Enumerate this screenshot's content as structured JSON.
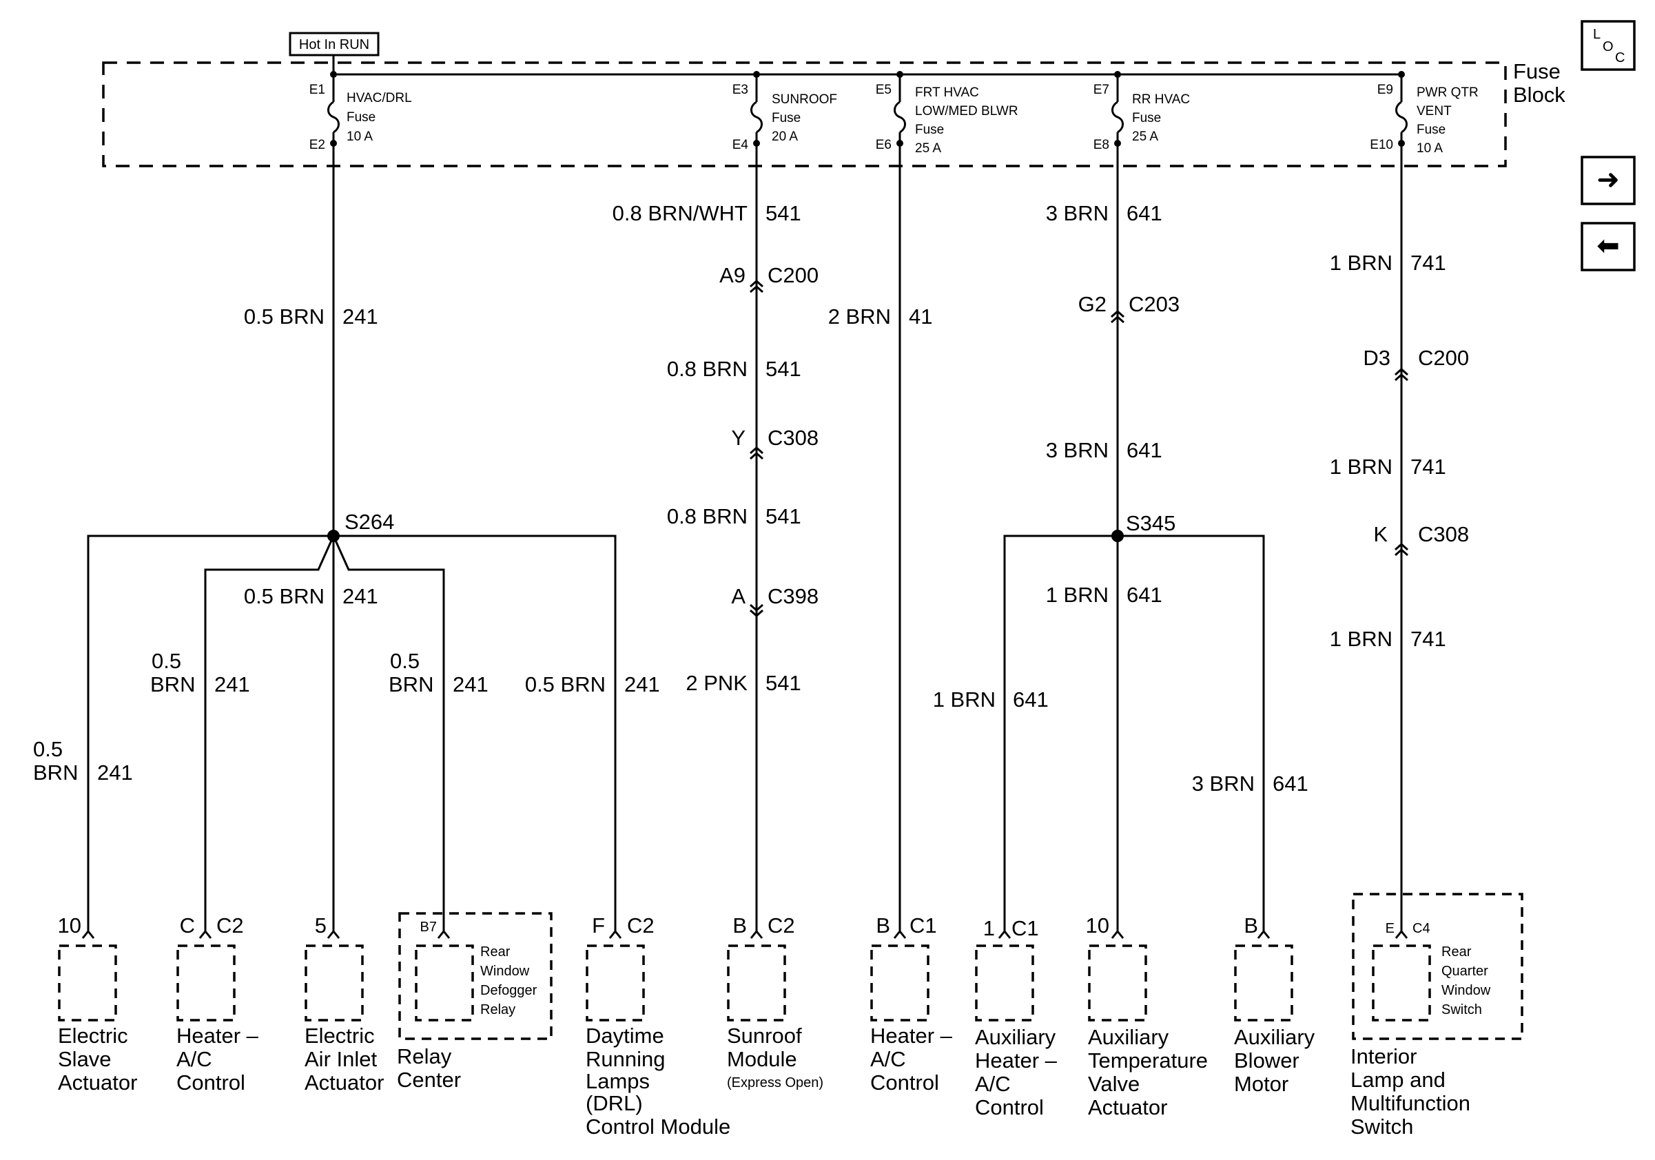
{
  "header": {
    "hot_label": "Hot In RUN",
    "fuse_block_line1": "Fuse",
    "fuse_block_line2": "Block",
    "loc_l": "L",
    "loc_o": "O",
    "loc_c": "C",
    "nav_next": "➜",
    "nav_prev": "⬅"
  },
  "fuses": [
    {
      "top": "E1",
      "bottom": "E2",
      "lines": [
        "HVAC/DRL",
        "Fuse",
        "10 A"
      ]
    },
    {
      "top": "E3",
      "bottom": "E4",
      "lines": [
        "SUNROOF",
        "Fuse",
        "20 A"
      ]
    },
    {
      "top": "E5",
      "bottom": "E6",
      "lines": [
        "FRT HVAC",
        "LOW/MED BLWR",
        "Fuse",
        "25 A"
      ]
    },
    {
      "top": "E7",
      "bottom": "E8",
      "lines": [
        "RR HVAC",
        "Fuse",
        "25 A"
      ]
    },
    {
      "top": "E9",
      "bottom": "E10",
      "lines": [
        "PWR QTR",
        "VENT",
        "Fuse",
        "10 A"
      ]
    }
  ],
  "splices": {
    "s264": "S264",
    "s345": "S345"
  },
  "wires": {
    "w1": {
      "gauge": "0.5 BRN",
      "circuit": "241"
    },
    "w2": {
      "gauge": "0.5 BRN",
      "circuit": "241"
    },
    "w3a": {
      "gauge": "0.5",
      "gauge2": "BRN",
      "circuit": "241"
    },
    "w3b": {
      "gauge": "0.5",
      "gauge2": "BRN",
      "circuit": "241"
    },
    "w3c": {
      "gauge": "0.5",
      "gauge2": "BRN",
      "circuit": "241"
    },
    "w3d": {
      "gauge": "0.5 BRN",
      "circuit": "241"
    },
    "s1": {
      "gauge": "0.8 BRN/WHT",
      "circuit": "541"
    },
    "s2": {
      "gauge": "0.8 BRN",
      "circuit": "541"
    },
    "s3": {
      "gauge": "0.8 BRN",
      "circuit": "541"
    },
    "s4": {
      "gauge": "2 PNK",
      "circuit": "541"
    },
    "f1": {
      "gauge": "2 BRN",
      "circuit": "41"
    },
    "r1": {
      "gauge": "3 BRN",
      "circuit": "641"
    },
    "r2": {
      "gauge": "3 BRN",
      "circuit": "641"
    },
    "r3": {
      "gauge": "1 BRN",
      "circuit": "641"
    },
    "r4": {
      "gauge": "1 BRN",
      "circuit": "641"
    },
    "r5": {
      "gauge": "3 BRN",
      "circuit": "641"
    },
    "p1": {
      "gauge": "1 BRN",
      "circuit": "741"
    },
    "p2": {
      "gauge": "1 BRN",
      "circuit": "741"
    },
    "p3": {
      "gauge": "1 BRN",
      "circuit": "741"
    }
  },
  "inline_connectors": {
    "sun_a9": {
      "pin": "A9",
      "conn": "C200"
    },
    "sun_y": {
      "pin": "Y",
      "conn": "C308"
    },
    "sun_a": {
      "pin": "A",
      "conn": "C398"
    },
    "rr_g2": {
      "pin": "G2",
      "conn": "C203"
    },
    "pq_d3": {
      "pin": "D3",
      "conn": "C200"
    },
    "pq_k": {
      "pin": "K",
      "conn": "C308"
    }
  },
  "components": [
    {
      "pin": "10",
      "conn": "",
      "label": [
        "Electric",
        "Slave",
        "Actuator"
      ]
    },
    {
      "pin": "C",
      "conn": "C2",
      "label": [
        "Heater –",
        "A/C",
        "Control"
      ]
    },
    {
      "pin": "5",
      "conn": "",
      "label": [
        "Electric",
        "Air Inlet",
        "Actuator"
      ]
    },
    {
      "pin": "B7",
      "conn": "",
      "inner": [
        "Rear",
        "Window",
        "Defogger",
        "Relay"
      ],
      "label": [
        "Relay",
        "Center"
      ]
    },
    {
      "pin": "F",
      "conn": "C2",
      "label": [
        "Daytime",
        "Running",
        "Lamps",
        "(DRL)",
        "Control Module"
      ]
    },
    {
      "pin": "B",
      "conn": "C2",
      "label": [
        "Sunroof",
        "Module"
      ],
      "note": "(Express Open)"
    },
    {
      "pin": "B",
      "conn": "C1",
      "label": [
        "Heater –",
        "A/C",
        "Control"
      ]
    },
    {
      "pin": "1",
      "conn": "C1",
      "label": [
        "Auxiliary",
        "Heater –",
        "A/C",
        "Control"
      ]
    },
    {
      "pin": "10",
      "conn": "",
      "label": [
        "Auxiliary",
        "Temperature",
        "Valve",
        "Actuator"
      ]
    },
    {
      "pin": "B",
      "conn": "",
      "label": [
        "Auxiliary",
        "Blower",
        "Motor"
      ]
    },
    {
      "pin": "E",
      "conn": "C4",
      "inner": [
        "Rear",
        "Quarter",
        "Window",
        "Switch"
      ],
      "label": [
        "Interior",
        "Lamp and",
        "Multifunction",
        "Switch"
      ]
    }
  ]
}
